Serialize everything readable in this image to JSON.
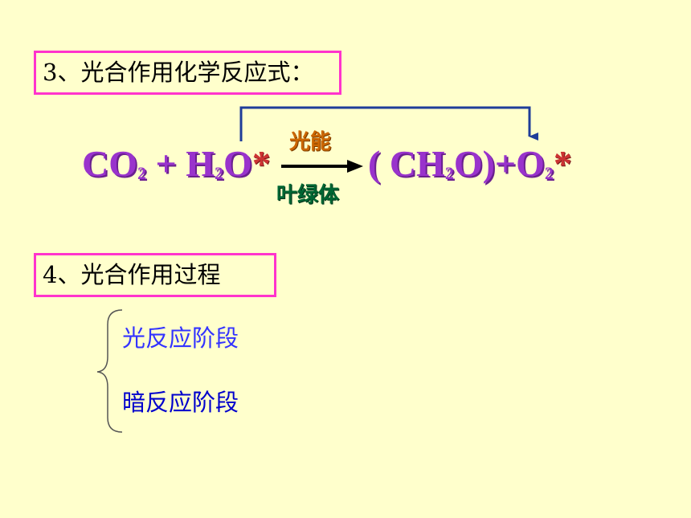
{
  "heading_equation": "3、光合作用化学反应式：",
  "equation": {
    "lhs_co": "CO",
    "lhs_sub2": "2",
    "lhs_plus_h": " + H",
    "lhs_sub2b": "2",
    "lhs_o": "O",
    "lhs_star": "*",
    "condition_light": "光能",
    "condition_site": "叶绿体",
    "rhs_open": "( CH",
    "rhs_sub2": "2",
    "rhs_o_close_plus_o": "O)+O",
    "rhs_sub2b": "2",
    "rhs_star": "*"
  },
  "heading_process": "4、光合作用过程",
  "stages": [
    "光反应阶段",
    "暗反应阶段"
  ],
  "colors": {
    "background": "#ffffcc",
    "box_border": "#ff33cc",
    "formula": "#9933cc",
    "star": "#cc3333",
    "condition_light": "#cc6600",
    "condition_site": "#006633",
    "tracer_arrow": "#1f3d99",
    "stage_light": "#3333ff",
    "stage_dark": "#0000cc"
  }
}
